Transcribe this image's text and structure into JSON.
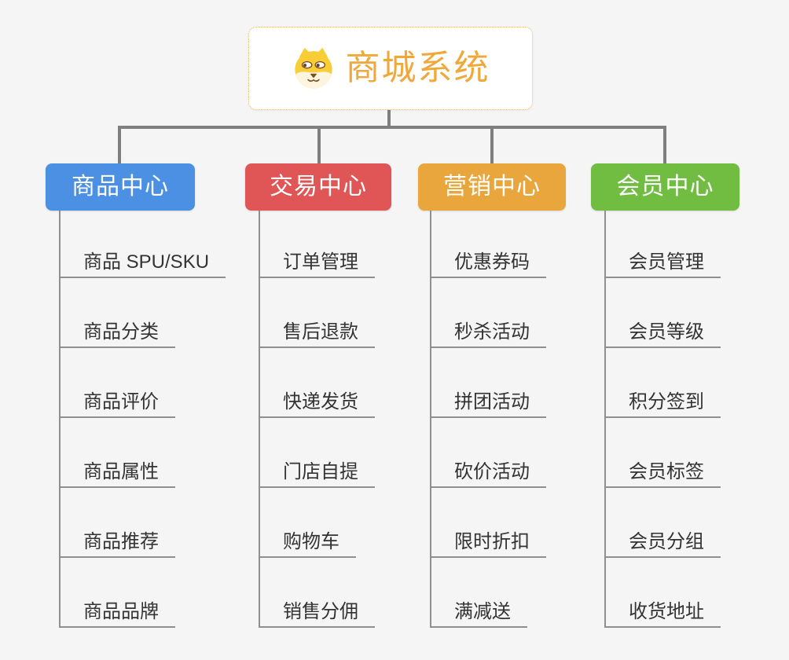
{
  "root": {
    "title": "商城系统",
    "icon": "shiba-dog-icon"
  },
  "branches": [
    {
      "label": "商品中心",
      "color": "#4b90e2",
      "items": [
        "商品 SPU/SKU",
        "商品分类",
        "商品评价",
        "商品属性",
        "商品推荐",
        "商品品牌"
      ]
    },
    {
      "label": "交易中心",
      "color": "#e05656",
      "items": [
        "订单管理",
        "售后退款",
        "快递发货",
        "门店自提",
        "购物车",
        "销售分佣"
      ]
    },
    {
      "label": "营销中心",
      "color": "#e9a63c",
      "items": [
        "优惠券码",
        "秒杀活动",
        "拼团活动",
        "砍价活动",
        "限时折扣",
        "满减送"
      ]
    },
    {
      "label": "会员中心",
      "color": "#70bd41",
      "items": [
        "会员管理",
        "会员等级",
        "积分签到",
        "会员标签",
        "会员分组",
        "收货地址"
      ]
    }
  ],
  "colors": {
    "background": "#f5f5f6",
    "connector": "#7f7f7f",
    "underline": "#8f8f8f",
    "root_border": "#efb858",
    "root_title": "#f0a83a",
    "item_text": "#333333"
  }
}
